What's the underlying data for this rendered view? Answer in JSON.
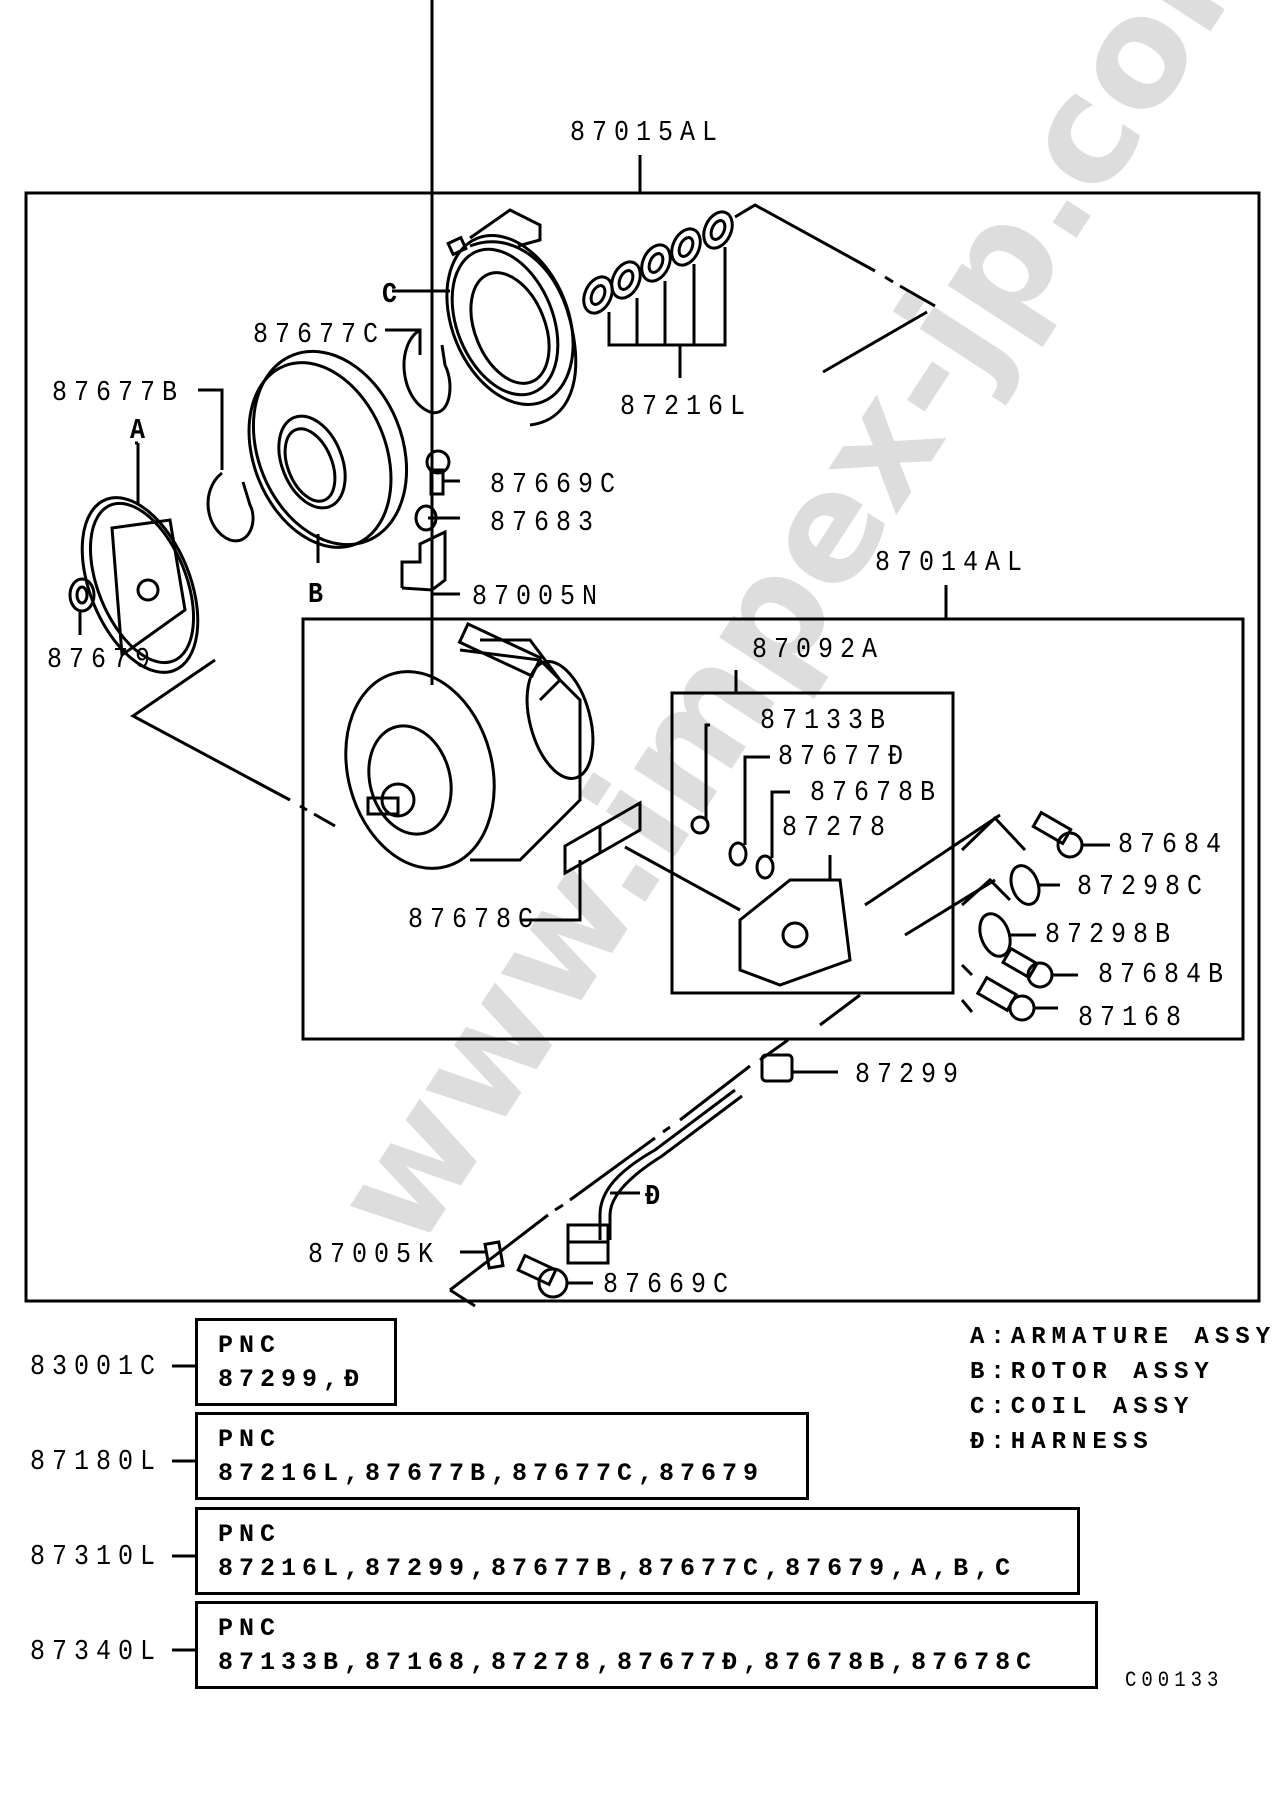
{
  "diagram": {
    "title_ref": "C00133",
    "watermark": "www.impex-jp.com",
    "assemblies": {
      "outer": "87015AL",
      "inner": "87014AL",
      "valve": "87092A"
    },
    "callouts": {
      "c87677C": "87677C",
      "c87677B": "87677B",
      "cA": "A",
      "cB": "B",
      "cC": "C",
      "c87216L": "87216L",
      "c87669C_top": "87669C",
      "c87683": "87683",
      "c87005N": "87005N",
      "c87679": "87679",
      "c87133B": "87133B",
      "c87677D": "87677Đ",
      "c87678B": "87678B",
      "c87278": "87278",
      "c87678C": "87678C",
      "c87684": "87684",
      "c87298C": "87298C",
      "c87298B": "87298B",
      "c87684B": "87684B",
      "c87168": "87168",
      "c87299": "87299",
      "cD": "Đ",
      "c87005K": "87005K",
      "c87669C_bottom": "87669C"
    },
    "kits": [
      {
        "code": "83001C",
        "header": "PNC",
        "parts": "87299,Đ"
      },
      {
        "code": "87180L",
        "header": "PNC",
        "parts": "87216L,87677B,87677C,87679"
      },
      {
        "code": "87310L",
        "header": "PNC",
        "parts": "87216L,87299,87677B,87677C,87679,A,B,C"
      },
      {
        "code": "87340L",
        "header": "PNC",
        "parts": "87133B,87168,87278,87677Đ,87678B,87678C"
      }
    ],
    "legend": [
      "A:ARMATURE ASSY",
      "B:ROTOR ASSY",
      "C:COIL ASSY",
      "Đ:HARNESS"
    ]
  }
}
